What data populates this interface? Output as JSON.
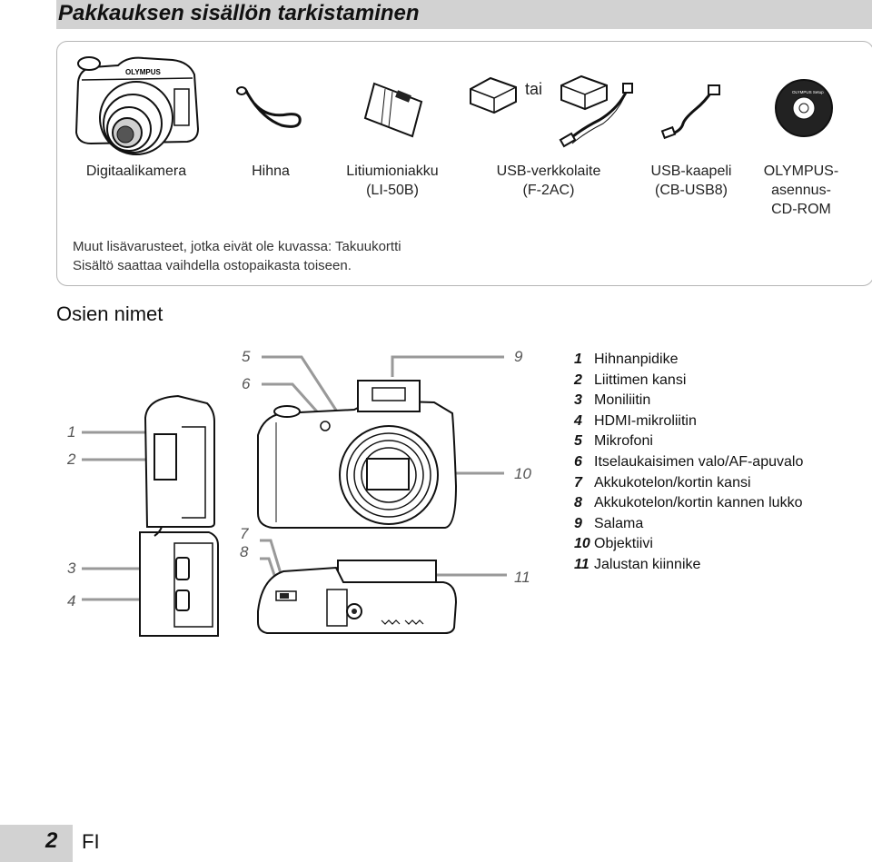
{
  "title": "Pakkauksen sisällön tarkistaminen",
  "contents": {
    "items": [
      {
        "name": "Digitaalikamera",
        "code": ""
      },
      {
        "name": "Hihna",
        "code": ""
      },
      {
        "name": "Litiumioniakku",
        "code": "(LI-50B)"
      },
      {
        "name": "USB-verkkolaite",
        "code": "(F-2AC)"
      },
      {
        "name": "USB-kaapeli",
        "code": "(CB-USB8)"
      },
      {
        "name": "OLYMPUS-",
        "code": "asennus-",
        "code2": "CD-ROM"
      }
    ],
    "or_label": "tai",
    "camera_brand": "OLYMPUS",
    "cd_label": "OLYMPUS Setup",
    "note_line1": "Muut lisävarusteet, jotka eivät ole kuvassa: Takuukortti",
    "note_line2": "Sisältö saattaa vaihdella ostopaikasta toiseen."
  },
  "parts_section": {
    "title": "Osien nimet",
    "callouts": [
      "1",
      "2",
      "3",
      "4",
      "5",
      "6",
      "7",
      "8",
      "9",
      "10",
      "11"
    ],
    "parts": [
      {
        "num": "1",
        "label": "Hihnanpidike"
      },
      {
        "num": "2",
        "label": "Liittimen kansi"
      },
      {
        "num": "3",
        "label": "Moniliitin"
      },
      {
        "num": "4",
        "label": "HDMI-mikroliitin"
      },
      {
        "num": "5",
        "label": "Mikrofoni"
      },
      {
        "num": "6",
        "label": "Itselaukaisimen valo/AF-apuvalo"
      },
      {
        "num": "7",
        "label": "Akkukotelon/kortin kansi"
      },
      {
        "num": "8",
        "label": "Akkukotelon/kortin kannen lukko"
      },
      {
        "num": "9",
        "label": "Salama"
      },
      {
        "num": "10",
        "label": "Objektiivi"
      },
      {
        "num": "11",
        "label": "Jalustan kiinnike"
      }
    ]
  },
  "footer": {
    "page": "2",
    "lang": "FI"
  }
}
